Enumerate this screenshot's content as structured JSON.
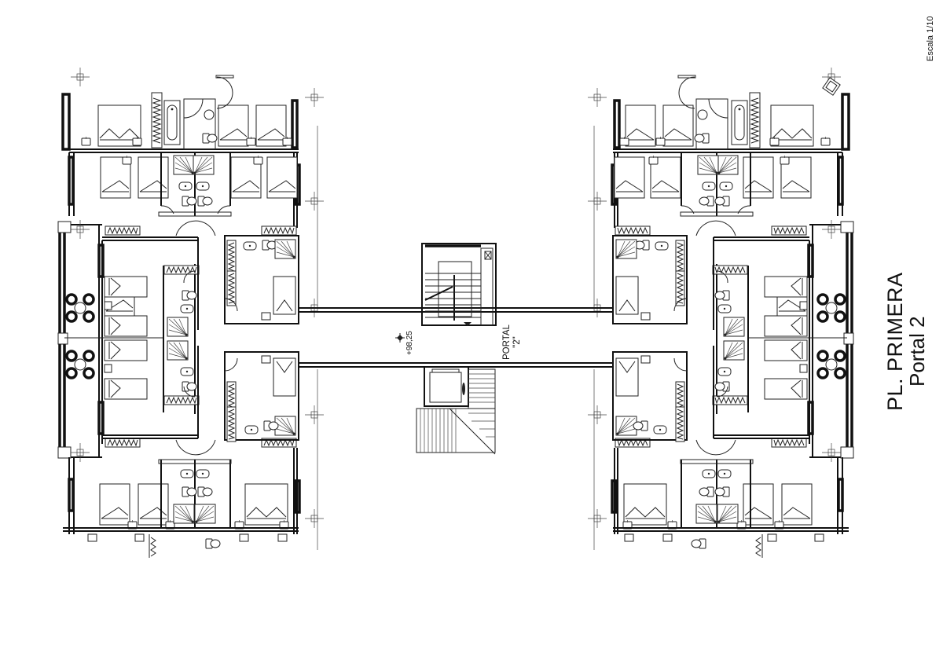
{
  "drawing": {
    "title": "PL. PRIMERA",
    "subtitle": "Portal 2",
    "scale": "Escala 1/10",
    "portal_label_line1": "PORTAL",
    "portal_label_line2": "\"2\"",
    "level_mark": "+98,25",
    "line_color": "#111111",
    "background_color": "#ffffff"
  },
  "elements": {
    "wings": [
      "left-wing",
      "right-wing"
    ],
    "core": [
      "staircase",
      "elevator",
      "lower-stair",
      "central-corridor"
    ],
    "room_types": [
      "bedroom",
      "bathroom",
      "wardrobe",
      "terrace",
      "corridor"
    ]
  }
}
